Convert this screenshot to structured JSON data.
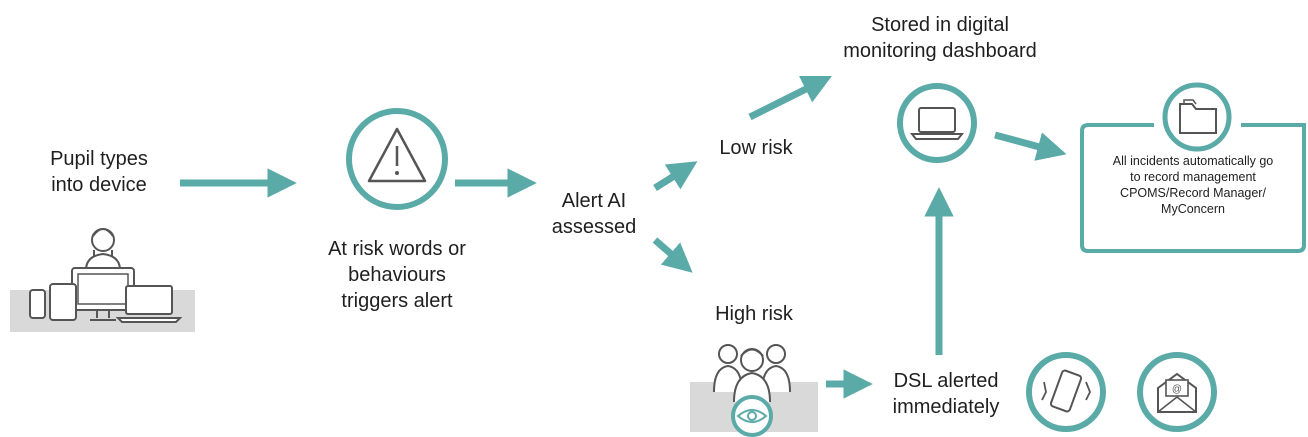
{
  "colors": {
    "accent": "#5aaaa7",
    "gray_panel": "#d9d9d9",
    "icon_dark": "#555555",
    "text": "#1f1f1f"
  },
  "labels": {
    "pupil": [
      "Pupil types",
      "into device"
    ],
    "trigger": [
      "At risk words or",
      "behaviours",
      "triggers alert"
    ],
    "assessed": [
      "Alert AI",
      "assessed"
    ],
    "low_risk": "Low risk",
    "high_risk": "High risk",
    "stored": [
      "Stored in digital",
      "monitoring dashboard"
    ],
    "records": [
      "All incidents automatically go",
      "to record management",
      "CPOMS/Record Manager/",
      "MyConcern"
    ],
    "dsl": [
      "DSL alerted",
      "immediately"
    ]
  },
  "icons": [
    "pupil-devices-icon",
    "warning-triangle-icon",
    "laptop-icon",
    "folder-icon",
    "group-eye-icon",
    "vibrating-phone-icon",
    "email-icon"
  ]
}
